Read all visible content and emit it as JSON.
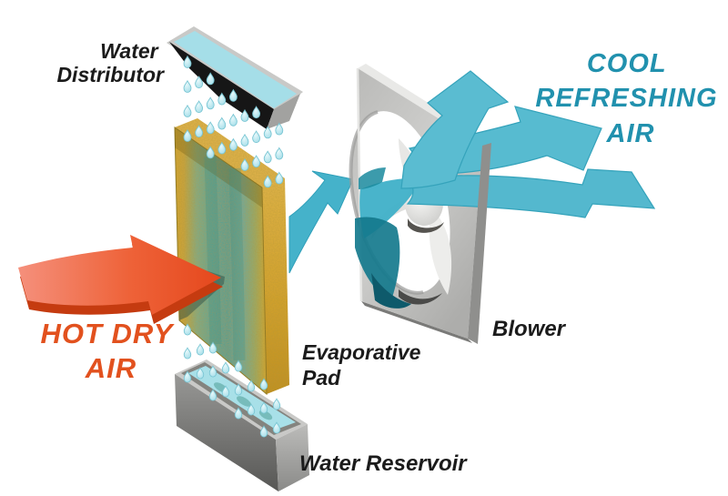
{
  "labels": {
    "water_distributor_1": "Water",
    "water_distributor_2": "Distributor",
    "cool_1": "COOL",
    "cool_2": "REFRESHING",
    "cool_3": "AIR",
    "hot_1": "HOT DRY",
    "hot_2": "AIR",
    "evaporative_1": "Evaporative",
    "evaporative_2": "Pad",
    "blower": "Blower",
    "water_reservoir": "Water Reservoir"
  },
  "colors": {
    "hot_text": "#E2511E",
    "cool_text": "#2191AE",
    "dark_text": "#1B1B1B",
    "hot_arrow": "#EE6238",
    "cool_arrow": "#54B8CE",
    "water": "#A8E0E8",
    "pad_dry": "#D9A52E",
    "pad_wet": "#52A597",
    "metal": "#C6C6C4",
    "background": "#FFFFFF"
  }
}
